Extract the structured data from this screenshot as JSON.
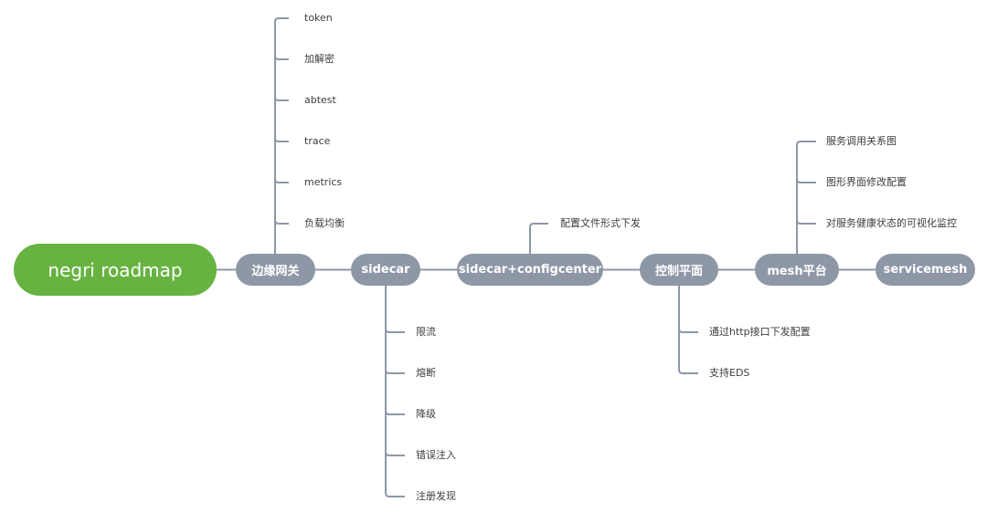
{
  "root": {
    "label": "negri roadmap"
  },
  "branches": [
    {
      "label": "边缘网关",
      "children": [
        "token",
        "加解密",
        "abtest",
        "trace",
        "metrics",
        "负载均衡"
      ]
    },
    {
      "label": "sidecar",
      "children": [
        "限流",
        "熔断",
        "降级",
        "错误注入",
        "注册发现"
      ]
    },
    {
      "label": "sidecar+configcenter",
      "children": [
        "配置文件形式下发"
      ]
    },
    {
      "label": "控制平面",
      "children": [
        "通过http接口下发配置",
        "支持EDS"
      ]
    },
    {
      "label": "mesh平台",
      "children": [
        "服务调用关系图",
        "图形界面修改配置",
        "对服务健康状态的可视化监控"
      ]
    },
    {
      "label": "servicemesh",
      "children": []
    }
  ],
  "colors": {
    "root": "#67b341",
    "branch": "#8e97a6",
    "connector": "#8e97a6"
  }
}
